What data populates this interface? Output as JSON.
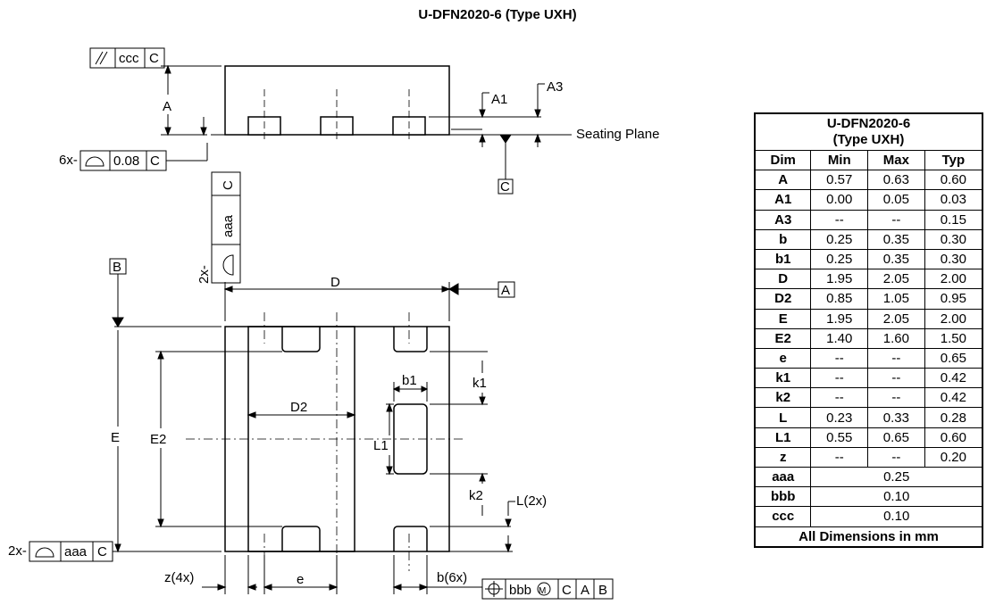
{
  "title": "U-DFN2020-6 (Type UXH)",
  "drawing_labels": {
    "A": "A",
    "A1": "A1",
    "A3": "A3",
    "seating_plane": "Seating Plane",
    "C": "C",
    "B": "B",
    "datum_A": "A",
    "D": "D",
    "D2": "D2",
    "E": "E",
    "E2": "E2",
    "b1": "b1",
    "k1": "k1",
    "k2": "k2",
    "L1": "L1",
    "L2x": "L(2x)",
    "z4x": "z(4x)",
    "e": "e",
    "b6x": "b(6x)",
    "mult6x": "6x-",
    "mult2x_left": "2x-",
    "mult2x_vertical": "2x-"
  },
  "fcf": {
    "parallel": {
      "symbol": "//",
      "tol": "ccc",
      "datum": "C"
    },
    "profile_top": {
      "tol": "0.08",
      "datum": "C"
    },
    "profile_vertical": {
      "tol": "aaa",
      "datum": "C"
    },
    "profile_bottom": {
      "tol": "aaa",
      "datum": "C"
    },
    "position": {
      "tol": "bbb",
      "modifier": "M",
      "d1": "C",
      "d2": "A",
      "d3": "B"
    }
  },
  "table": {
    "title_line1": "U-DFN2020-6",
    "title_line2": "(Type UXH)",
    "headers": [
      "Dim",
      "Min",
      "Max",
      "Typ"
    ],
    "rows": [
      [
        "A",
        "0.57",
        "0.63",
        "0.60"
      ],
      [
        "A1",
        "0.00",
        "0.05",
        "0.03"
      ],
      [
        "A3",
        "--",
        "--",
        "0.15"
      ],
      [
        "b",
        "0.25",
        "0.35",
        "0.30"
      ],
      [
        "b1",
        "0.25",
        "0.35",
        "0.30"
      ],
      [
        "D",
        "1.95",
        "2.05",
        "2.00"
      ],
      [
        "D2",
        "0.85",
        "1.05",
        "0.95"
      ],
      [
        "E",
        "1.95",
        "2.05",
        "2.00"
      ],
      [
        "E2",
        "1.40",
        "1.60",
        "1.50"
      ],
      [
        "e",
        "--",
        "--",
        "0.65"
      ],
      [
        "k1",
        "--",
        "--",
        "0.42"
      ],
      [
        "k2",
        "--",
        "--",
        "0.42"
      ],
      [
        "L",
        "0.23",
        "0.33",
        "0.28"
      ],
      [
        "L1",
        "0.55",
        "0.65",
        "0.60"
      ],
      [
        "z",
        "--",
        "--",
        "0.20"
      ]
    ],
    "span_rows": [
      [
        "aaa",
        "0.25"
      ],
      [
        "bbb",
        "0.10"
      ],
      [
        "ccc",
        "0.10"
      ]
    ],
    "footer": "All Dimensions in mm"
  }
}
